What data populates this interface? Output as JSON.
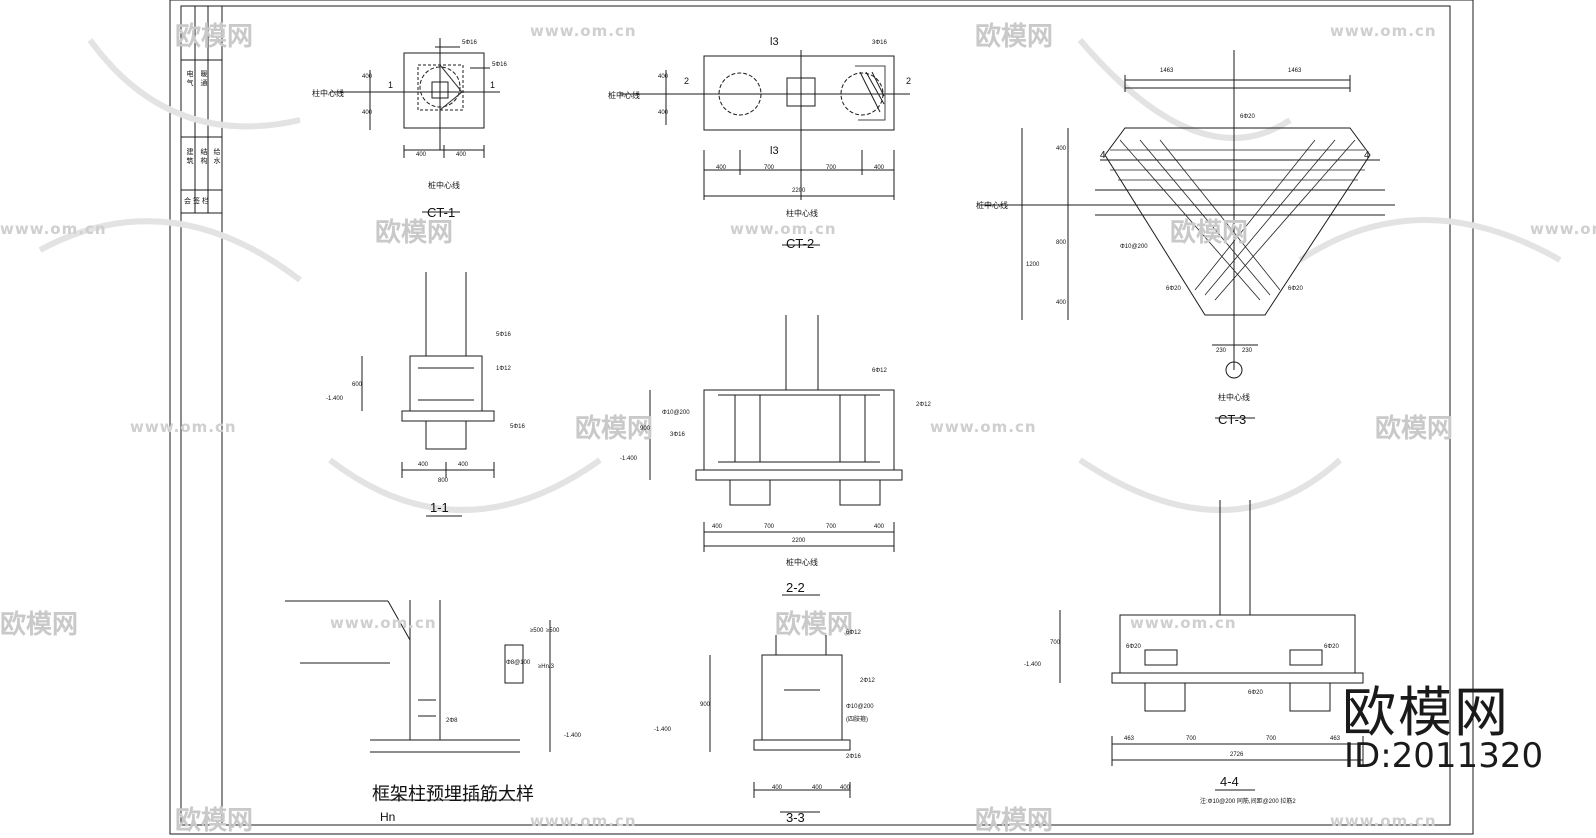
{
  "drawings": {
    "ct1": {
      "title": "CT-1",
      "pile_axis": "桩中心线",
      "axis_label": "柱中心线",
      "sec": "1",
      "d1": "400",
      "d2": "400",
      "d3": "400",
      "d4": "400",
      "rebar_a": "5Φ16",
      "rebar_b": "5Φ16"
    },
    "ct2": {
      "title": "CT-2",
      "axis_label": "桩中心线",
      "axis_label_b": "柱中心线",
      "sec": "2",
      "sec_top": "l3",
      "d400a": "400",
      "d700a": "700",
      "d700b": "700",
      "d400b": "400",
      "total": "2200",
      "v400a": "400",
      "v400b": "400",
      "rebar": "3Φ16"
    },
    "ct3": {
      "title": "CT-3",
      "axis_label": "桩中心线",
      "axis_label_b": "柱中心线",
      "sec": "4",
      "t1": "1463",
      "t2": "1463",
      "r1": "6Φ20",
      "r2": "Φ10@200",
      "r3": "6Φ20",
      "r4": "6Φ20",
      "d230a": "230",
      "d230b": "230",
      "v800": "800",
      "v1200": "1200",
      "v400a": "400",
      "v400b": "400"
    },
    "s11": {
      "title": "1-1",
      "elev": "-1.400",
      "d400a": "400",
      "d400b": "400",
      "total": "800",
      "h600": "600",
      "rebar_a": "5Φ16",
      "rebar_b": "1Φ12",
      "rebar_c": "5Φ16"
    },
    "s22": {
      "title": "2-2",
      "elev": "-1.400",
      "axis_label": "桩中心线",
      "d400a": "400",
      "d700a": "700",
      "d700b": "700",
      "d400b": "400",
      "total": "2200",
      "h900": "900",
      "r1": "6Φ12",
      "r2": "Φ10@200",
      "r3": "3Φ16",
      "r4": "2Φ12"
    },
    "s33": {
      "title": "3-3",
      "elev": "-1.400",
      "h900": "900",
      "r1": "6Φ12",
      "r2": "2Φ12",
      "r3": "Φ10@200",
      "r4": "(四肢箍)",
      "r5": "2Φ16",
      "d400a": "400",
      "d400b": "400",
      "total": "400"
    },
    "s44": {
      "title": "4-4",
      "elev": "-1.400",
      "h700": "700",
      "r1": "6Φ20",
      "r2": "6Φ20",
      "r3": "6Φ20",
      "d463a": "463",
      "d700a": "700",
      "d700b": "700",
      "d463b": "463",
      "total": "2726",
      "note": "注:Φ10@200 同筋,间距@200 拉筋2"
    },
    "detail": {
      "title": "框架柱预埋插筋大样",
      "sub": "Hn",
      "elev": "-1.400",
      "r1": "Φ8@100",
      "r2": "2Φ8",
      "d1": "≥500",
      "d2": "≥Hn/3",
      "d3": "≥500"
    }
  },
  "titleblock": {
    "c1": "电 气",
    "c2": "暖 通",
    "c3": "建 筑",
    "c4": "结 构",
    "c5": "给 水",
    "c6": "会 签 栏"
  },
  "watermark": {
    "cn": "欧模网",
    "url": "www.om.cn",
    "brand": "欧模网",
    "id": "ID:2011320"
  }
}
